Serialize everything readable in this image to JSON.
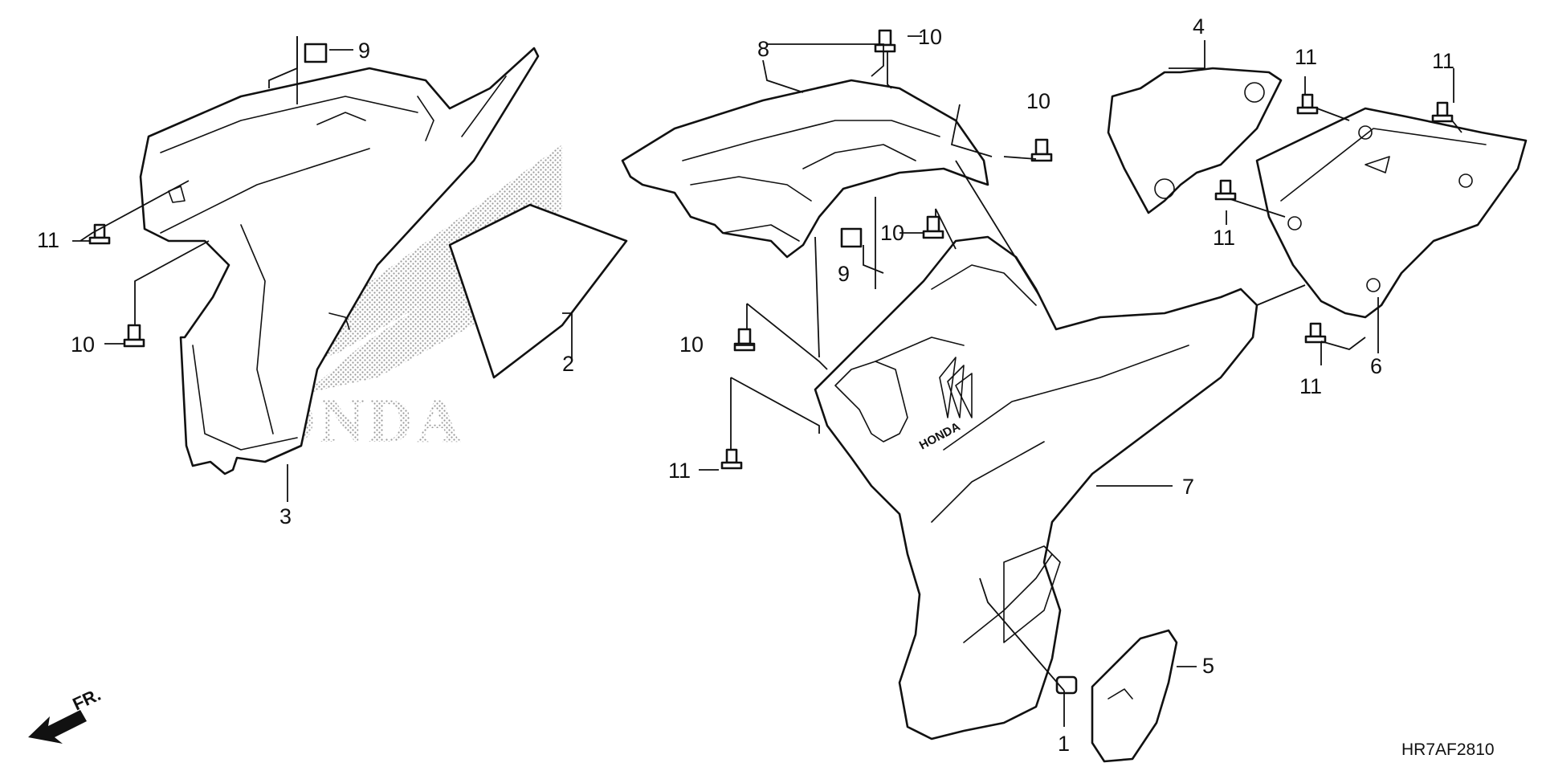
{
  "callouts": {
    "c1": "1",
    "c2": "2",
    "c3": "3",
    "c4": "4",
    "c5": "5",
    "c6": "6",
    "c7": "7",
    "c8": "8",
    "c9a": "9",
    "c9b": "9",
    "c10a": "10",
    "c10b": "10",
    "c10c": "10",
    "c10d": "10",
    "c10e": "10",
    "c11a": "11",
    "c11b": "11",
    "c11c": "11",
    "c11d": "11",
    "c11e": "11",
    "c11f": "11"
  },
  "diagram_code": "HR7AF2810",
  "front_indicator": "FR.",
  "watermark": "HONDA",
  "part_emblem": "HONDA",
  "colors": {
    "line": "#111111",
    "background": "#ffffff",
    "dots": "#999999"
  }
}
